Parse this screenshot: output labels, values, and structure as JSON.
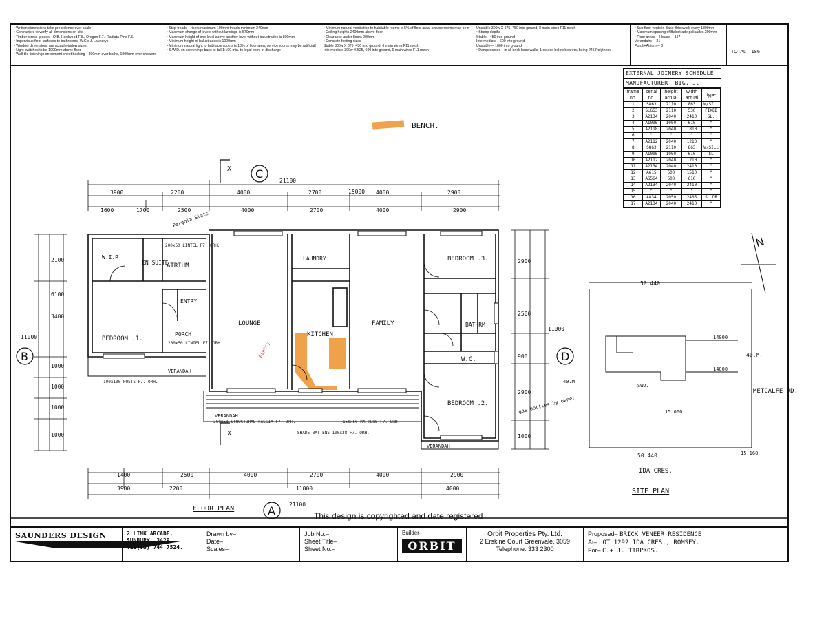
{
  "notes": {
    "col1": [
      "• Written dimensions take precedence over scale",
      "• Contractors to verify all dimensions on site",
      "• Timber stress grades—O.B. Hardwood F.8., Oregon F.7., Radiata Pine F.5.",
      "• Impervious floor surfaces to bathrooms, W.C.s & Laundrys",
      "• Window dimensions are actual window sizes",
      "• Light switches to be 1000mm above floor",
      "• Wall tile finishings on cement sheet backing—300mm over baths, 1800mm over showers"
    ],
    "col2": [
      "• Step treads—risers maximum 190mm treads minimum 240mm",
      "• Maximum change of levels without landings is 570mm",
      "• Maximum height of one level above another level without balustrades is 800mm",
      "• Minimum height of balustrades is 1000mm",
      "• Minimum natural light to habitable rooms is 10% of floor area, service rooms may be artificially lit",
      "• S.W.D. on screenings base to fall 1:100 min. to legal point of discharge"
    ],
    "col3": [
      "• Minimum natural ventilation to habitable rooms is 5% of floor area, service rooms may be mechanically vented",
      "• Ceiling heights 2400mm above floor",
      "• Clearance under floors 200mm",
      "• Concrete footing sizes—",
      "   Stable 300w X 375, 450 into ground, 6 main wires F11 mesh",
      "   Intermediate 300w X 525, 600 into ground, 6 main wires F11 mesh"
    ],
    "col4": [
      "Unstable 300w X 675, 750 into ground, 8 main wires F11 mesh",
      "• Stump depths—",
      "   Stable—450 into ground",
      "   Intermediate—600 into ground",
      "   Unstable— 1000 into ground",
      "• Dampcourses—in all brick base walls, 1 course below bearers, being 245 Polythene"
    ],
    "col5": [
      "• Sub floor vents in Base Brickwork every 1800mm",
      "• Maximum spacing of Balustrade palisades 200mm",
      "• Floor areas— House— 157",
      "   Verandahs— 21",
      "   Porch+Atrium— 8"
    ],
    "area_total_label": "TOTAL",
    "area_total_value": "186"
  },
  "schedule": {
    "title": "EXTERNAL JOINERY SCHEDULE",
    "manufacturer": "MANUFACTURER- BIG. J.",
    "headers": [
      "frame no.",
      "serial no.",
      "height actual",
      "width actual",
      "type"
    ],
    "rows": [
      [
        "1",
        "S863",
        "2110",
        "863",
        "W/SILL"
      ],
      [
        "2",
        "SLG53",
        "2110",
        "530",
        "FIXED"
      ],
      [
        "3",
        "A2134",
        "2040",
        "2410",
        "SL."
      ],
      [
        "4",
        "A1006",
        "1000",
        "610",
        "\""
      ],
      [
        "5",
        "A2118",
        "2040",
        "1810",
        "\""
      ],
      [
        "6",
        "\"",
        "\"",
        "\"",
        "\""
      ],
      [
        "7",
        "A2112",
        "2040",
        "1210",
        "\""
      ],
      [
        "8",
        "S863",
        "2110",
        "863",
        "W/SILL"
      ],
      [
        "9",
        "A1006",
        "1000",
        "610",
        "SL"
      ],
      [
        "10",
        "A2112",
        "2040",
        "1210",
        "\""
      ],
      [
        "11",
        "A2134",
        "2040",
        "2410",
        "\""
      ],
      [
        "12",
        "A615",
        "600",
        "1510",
        "\""
      ],
      [
        "13",
        "A6564",
        "600",
        "610",
        "\""
      ],
      [
        "14",
        "A2134",
        "2040",
        "2410",
        "\""
      ],
      [
        "15",
        "\"",
        "\"",
        "\"",
        "\""
      ],
      [
        "16",
        "A834",
        "2050",
        "2405",
        "SL.DR"
      ],
      [
        "17",
        "A2134",
        "2040",
        "2410",
        "\""
      ]
    ]
  },
  "plan": {
    "bench_label": "BENCH.",
    "grid_c": "C",
    "grid_a": "A",
    "grid_b": "B",
    "grid_d": "D",
    "x_mark": "X",
    "top_total": "21100",
    "top_sub": "15000",
    "top_dims_row1": [
      "3900",
      "2200",
      "4000",
      "2700",
      "4000",
      "2900"
    ],
    "top_dims_row2": [
      "1600",
      "1700",
      "2500",
      "4000",
      "2700",
      "4000",
      "2900"
    ],
    "bottom_dims_row1": [
      "1400",
      "2500",
      "4000",
      "2700",
      "4000",
      "2900"
    ],
    "bottom_dims_row2": [
      "3900",
      "2200",
      "11000",
      "4000"
    ],
    "bottom_total": "21100",
    "left_total": "11000",
    "left_dims": [
      "6100",
      "2100",
      "3400",
      "1000",
      "1000",
      "1000",
      "1000"
    ],
    "right_dims": [
      "2900",
      "2500",
      "900",
      "2900",
      "1000"
    ],
    "right_total": "11000",
    "rooms": {
      "wir": "W.I.R.",
      "ensuite": "EN SUITE",
      "atrium": "ATRIUM",
      "bed1": "BEDROOM .1.",
      "porch": "PORCH",
      "entry": "ENTRY",
      "lounge": "LOUNGE",
      "kitchen": "KITCHEN",
      "laundry": "LAUNDRY",
      "family": "FAMILY",
      "bed3": "BEDROOM .3.",
      "bathrm": "BATHRM",
      "wc": "W.C.",
      "bed2": "BEDROOM .2.",
      "verandah_left": "VERANDAH",
      "verandah_bottom": "VERANDAH",
      "verandah_right": "VERANDAH"
    },
    "notes": {
      "pergola": "Pergola Slats",
      "lintel_atrium": "200x50 LINTEL F7. ORH.",
      "lintel_porch": "200x50 LINTEL F7. ORH.",
      "posts": "100x100 POSTS F7. ORH.",
      "fascia": "200x50 STRUCTURAL FASCIA F7. ORH.",
      "rafters": "150x50 RAFTERS F7. ORH.",
      "battens": "SHADE BATTENS 100x38 F7. ORH.",
      "gas": "gas bottles by owner",
      "pantry": "Pantry"
    },
    "floor_plan_label": "FLOOR PLAN",
    "site": {
      "top_dim": "50.440",
      "bottom_dim": "50.440",
      "right_dim": "15.000",
      "left_dim": "40.M",
      "right_side": "40.M.",
      "front_setback": "15.000",
      "depth_a": "14000",
      "depth_b": "14000",
      "road_right": "METCALFE RD.",
      "road_bottom": "IDA CRES.",
      "corner": "15.160",
      "site_plan_label": "SITE PLAN",
      "swd": "SWD."
    }
  },
  "copyright": "This design is copyrighted and date registered",
  "title_block": {
    "firm": "SAUNDERS DESIGN",
    "firm_sub": "SAUNDERS DESIGN",
    "addr1": "2 LINK ARCADE,",
    "addr2": "SUNBURY. 3429.",
    "addr3": "TEL(03) 744 7524.",
    "drawn_by": "Drawn by–",
    "date": "Date–",
    "scales": "Scales–",
    "job_no": "Job No.–",
    "sheet_title": "Sheet Title–",
    "sheet_no": "Sheet No.–",
    "builder": "Builder–",
    "builder_logo": "ORBIT",
    "builder_name": "Orbit Properties Pty. Ltd.",
    "builder_addr": "2 Erskine Court Greenvale, 3059",
    "builder_tel": "Telephone: 333 2300",
    "proposed_label": "Proposed–",
    "proposed_value": "BRICK VENEER RESIDENCE",
    "at_label": "At–",
    "at_value": "LOT 1292 IDA CRES., ROMSEY.",
    "for_label": "For–",
    "for_value": "C.+ J. TIRPKOS."
  },
  "colors": {
    "highlight": "#f0a24a",
    "red_note": "#d0404a",
    "ink": "#111111"
  }
}
